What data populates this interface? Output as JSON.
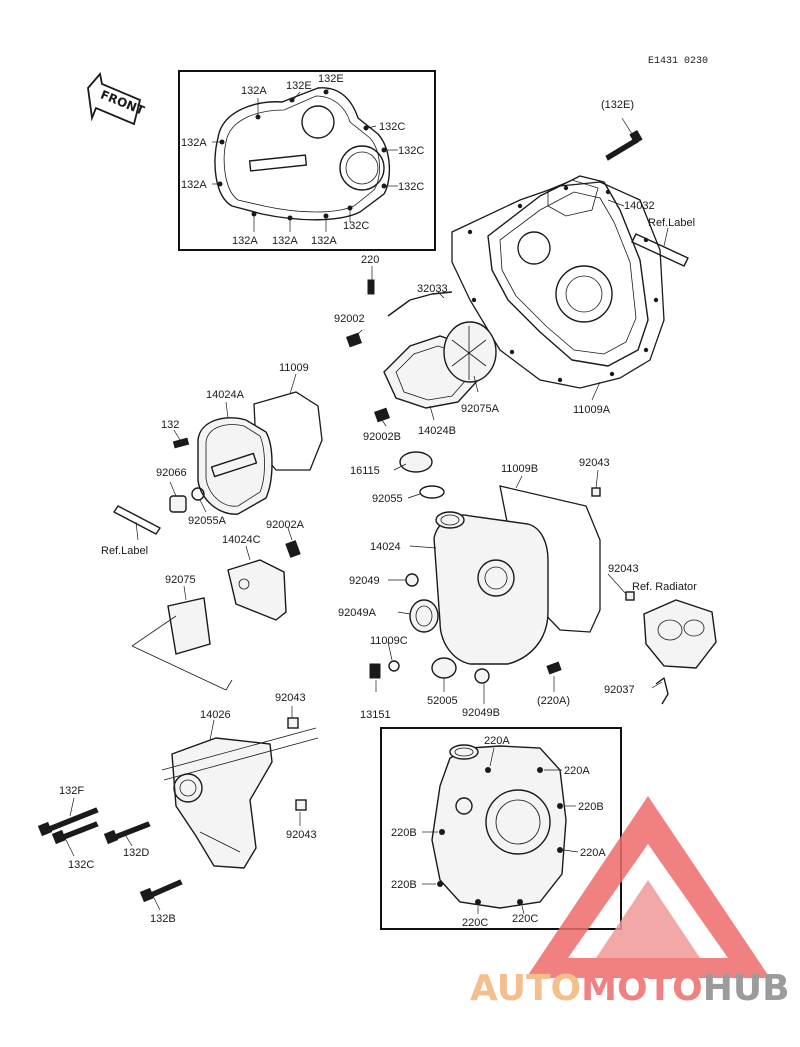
{
  "diagram_code": "E1431 0230",
  "front_label": "FRONT",
  "colors": {
    "ink": "#1a1a1a",
    "watermark_triangle": "#ef6b6b",
    "watermark_auto": "#f4b57a",
    "watermark_moto": "#ef6b6b",
    "watermark_hub": "#8a8a8a"
  },
  "watermark": {
    "part1": "AUTO",
    "part2": "MOTO",
    "part3": "HUB"
  },
  "top_box_labels": {
    "a1": "132A",
    "e1": "132E",
    "e2": "132E",
    "a2": "132A",
    "c1": "132C",
    "c2": "132C",
    "a3": "132A",
    "c3": "132C",
    "c4": "132C",
    "a4": "132A",
    "a5": "132A",
    "a6": "132A"
  },
  "right_cover_labels": {
    "e_paren": "(132E)",
    "p14032": "14032",
    "ref_label": "Ref.Label",
    "p11009a": "11009A",
    "p220": "220",
    "p32033": "32033",
    "p92002": "92002",
    "p92075a": "92075A",
    "p92002b": "92002B",
    "p14024b": "14024B"
  },
  "left_cover_labels": {
    "p11009": "11009",
    "p14024a": "14024A",
    "p132": "132",
    "p92066": "92066",
    "p92055a": "92055A",
    "ref_label": "Ref.Label",
    "p14024c": "14024C",
    "p92002a": "92002A",
    "p92075": "92075"
  },
  "center_labels": {
    "p16115": "16115",
    "p92055": "92055",
    "p11009b": "11009B",
    "p92043a": "92043",
    "p14024": "14024",
    "p92049": "92049",
    "p92043b": "92043",
    "ref_radiator": "Ref. Radiator",
    "p92049a": "92049A",
    "p11009c": "11009C",
    "p13151": "13151",
    "p52005": "52005",
    "p92049b": "92049B",
    "p220a_paren": "(220A)",
    "p92037": "92037"
  },
  "lower_left_labels": {
    "p92043a": "92043",
    "p14026": "14026",
    "p132f": "132F",
    "p132c": "132C",
    "p132d": "132D",
    "p92043b": "92043",
    "p132b": "132B"
  },
  "bottom_box_labels": {
    "a1": "220A",
    "a2": "220A",
    "b1": "220B",
    "b2": "220B",
    "a3": "220A",
    "b3": "220B",
    "c1": "220C",
    "c2": "220C"
  }
}
